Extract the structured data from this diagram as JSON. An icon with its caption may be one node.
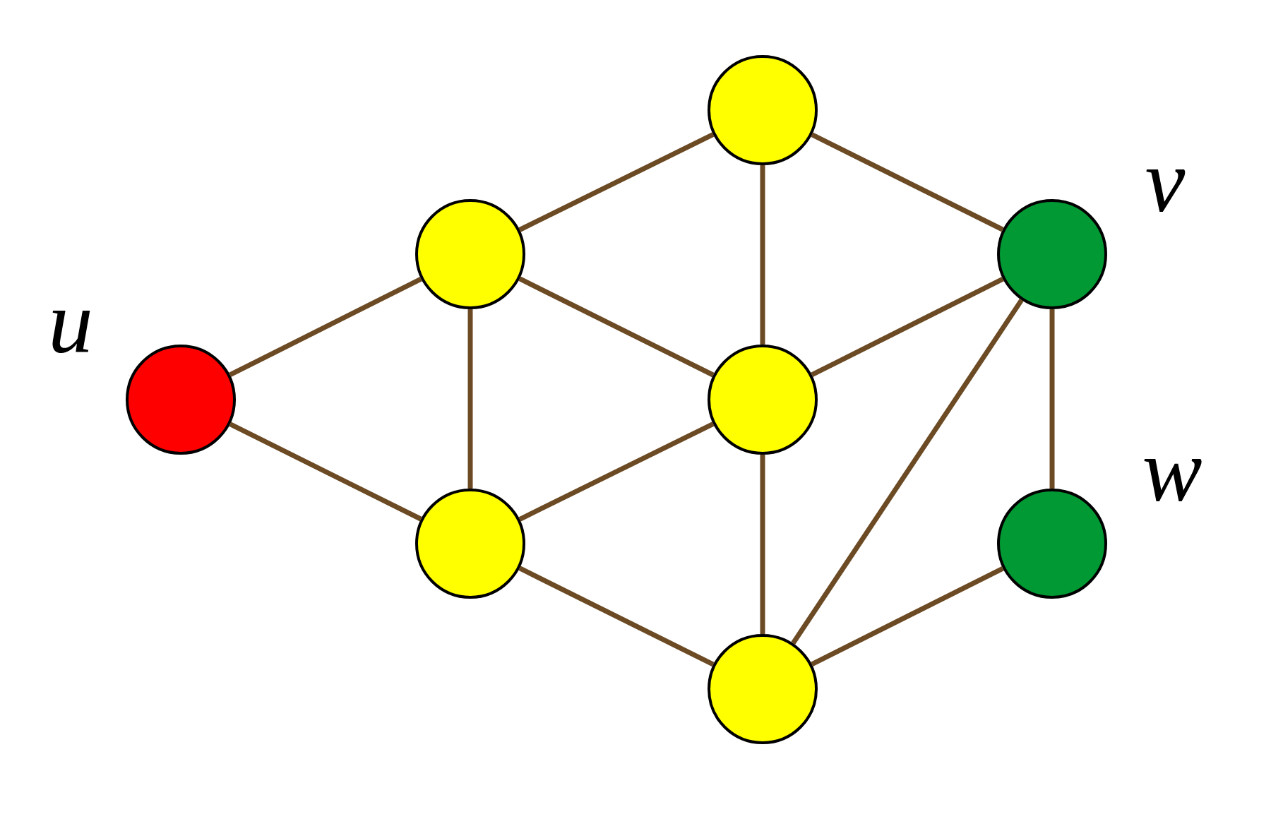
{
  "diagram": {
    "nodes": [
      {
        "text": [],
        "shape": "circle",
        "beside": [
          "u"
        ]
      },
      {
        "text": [],
        "shape": "circle"
      },
      {
        "text": [],
        "shape": "circle"
      },
      {
        "text": [],
        "shape": "circle"
      },
      {
        "text": [],
        "shape": "circle"
      },
      {
        "text": [],
        "shape": "circle"
      },
      {
        "text": [],
        "shape": "circle",
        "beside": [
          "v"
        ]
      },
      {
        "text": [],
        "shape": "circle",
        "beside": [
          "w"
        ]
      }
    ],
    "edges": [
      {
        "from": 0,
        "to": 1,
        "arrow": "none"
      },
      {
        "from": 0,
        "to": 2,
        "arrow": "none"
      },
      {
        "from": 1,
        "to": 2,
        "arrow": "none"
      },
      {
        "from": 1,
        "to": 3,
        "arrow": "none"
      },
      {
        "from": 1,
        "to": 4,
        "arrow": "none"
      },
      {
        "from": 2,
        "to": 4,
        "arrow": "none"
      },
      {
        "from": 2,
        "to": 5,
        "arrow": "none"
      },
      {
        "from": 3,
        "to": 4,
        "arrow": "none"
      },
      {
        "from": 3,
        "to": 6,
        "arrow": "none"
      },
      {
        "from": 4,
        "to": 5,
        "arrow": "none"
      },
      {
        "from": 4,
        "to": 6,
        "arrow": "none"
      },
      {
        "from": 5,
        "to": 6,
        "arrow": "none"
      },
      {
        "from": 5,
        "to": 7,
        "arrow": "none"
      },
      {
        "from": 6,
        "to": 7,
        "arrow": "none"
      }
    ]
  }
}
